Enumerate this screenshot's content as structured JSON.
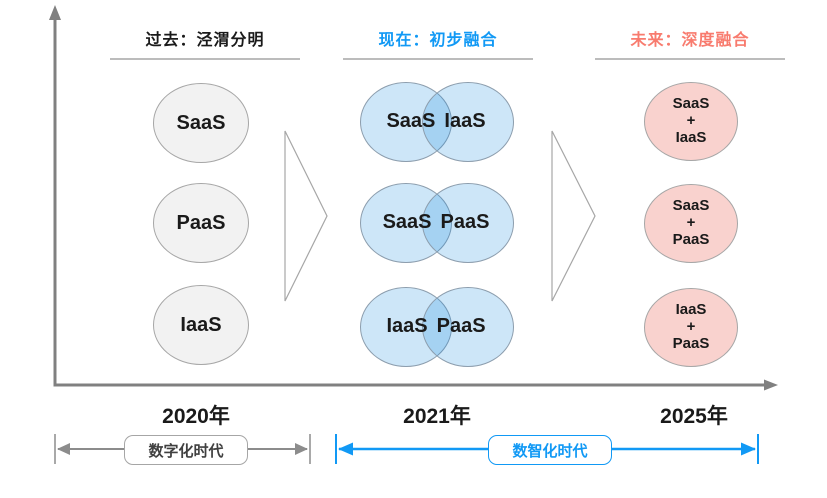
{
  "sections": {
    "past": {
      "title": "过去：泾渭分明",
      "year": "2020年",
      "circles": [
        "SaaS",
        "PaaS",
        "IaaS"
      ]
    },
    "present": {
      "title": "现在：初步融合",
      "year": "2021年",
      "venn_pairs": [
        {
          "left": "SaaS",
          "right": "IaaS"
        },
        {
          "left": "SaaS",
          "right": "PaaS"
        },
        {
          "left": "IaaS",
          "right": "PaaS"
        }
      ]
    },
    "future": {
      "title": "未来：深度融合",
      "year": "2025年",
      "merged_circles": [
        {
          "line1": "SaaS",
          "line2": "+",
          "line3": "IaaS"
        },
        {
          "line1": "SaaS",
          "line2": "+",
          "line3": "PaaS"
        },
        {
          "line1": "IaaS",
          "line2": "+",
          "line3": "PaaS"
        }
      ]
    }
  },
  "timeline": {
    "gray_range_label": "数字化时代",
    "blue_range_label": "数智化时代"
  },
  "colors": {
    "accent_blue": "#1199F5",
    "accent_red": "#F87B6E",
    "axis_gray": "#808080",
    "outline_gray": "#A6A6A6",
    "gray_circle_fill": "#F2F2F2",
    "blue_circle_fill": "#CDE6F8",
    "blue_overlap_fill": "#A9D4F0",
    "pink_circle_fill": "#F9D2CE"
  }
}
